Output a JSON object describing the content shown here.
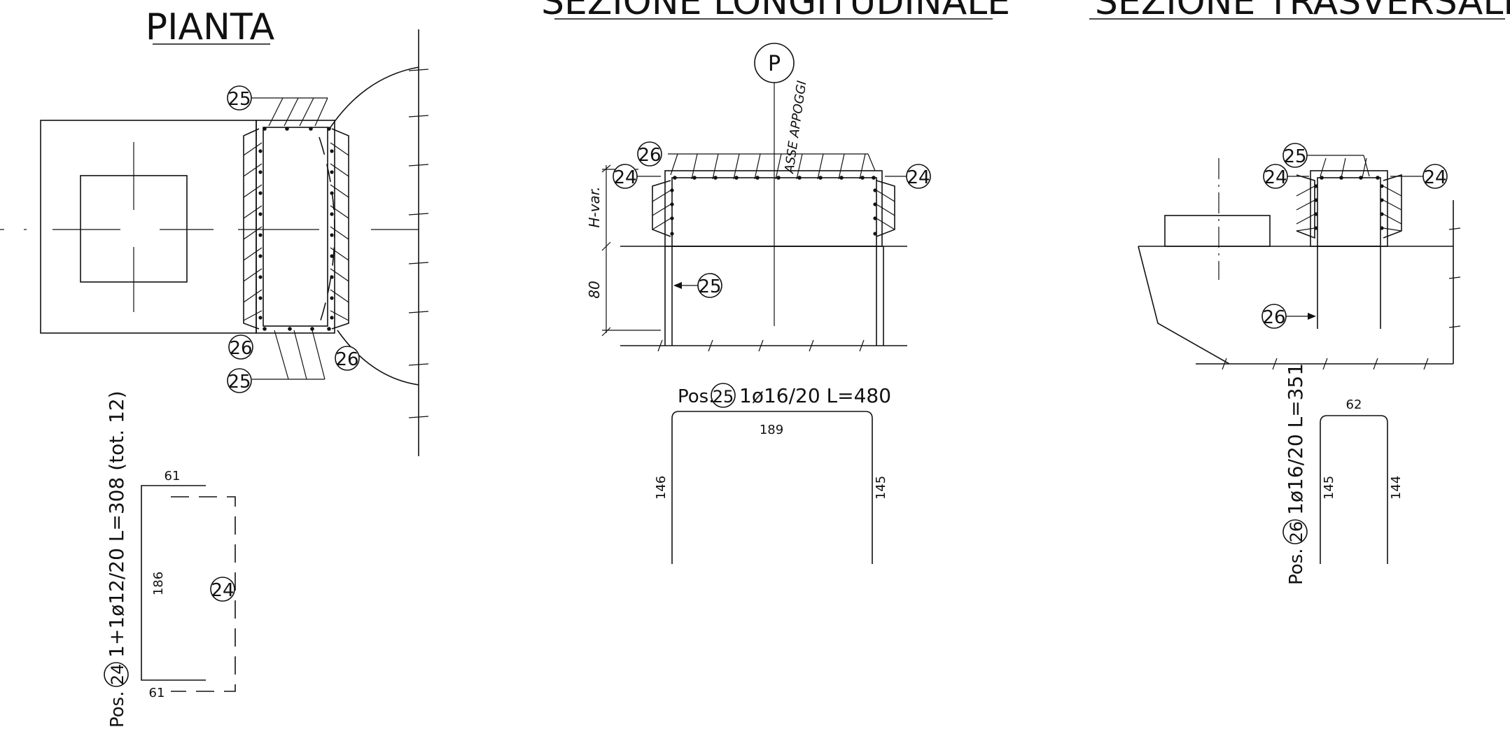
{
  "titles": {
    "pianta": "PIANTA",
    "longitudinale": "SEZIONE LONGITUDINALE",
    "trasversale": "SEZIONE TRASVERSALE"
  },
  "pianta": {
    "callouts": [
      "25",
      "25",
      "26",
      "26"
    ]
  },
  "pos24": {
    "label": "Pos.",
    "mark": "24",
    "spec": "1+1ø12/20 L=308 (tot. 12)",
    "dim_top": "61",
    "dim_height": "186",
    "dim_bottom": "61"
  },
  "longitudinale": {
    "support_mark": "P",
    "axis_label": "ASSE APPOGGI",
    "callout_26": "26",
    "callout_24_left": "24",
    "callout_24_right": "24",
    "callout_25": "25",
    "dim_h_var": "H-var.",
    "dim_80": "80"
  },
  "pos25": {
    "label": "Pos.",
    "mark": "25",
    "spec": "1ø16/20 L=480",
    "dim_top": "189",
    "dim_left": "146",
    "dim_right": "145"
  },
  "trasversale": {
    "callout_25": "25",
    "callout_24_left": "24",
    "callout_24_right": "24",
    "callout_26": "26"
  },
  "pos26": {
    "label": "Pos.",
    "mark": "26",
    "spec": "1ø16/20 L=351",
    "dim_top": "62",
    "dim_left": "145",
    "dim_right": "144"
  }
}
